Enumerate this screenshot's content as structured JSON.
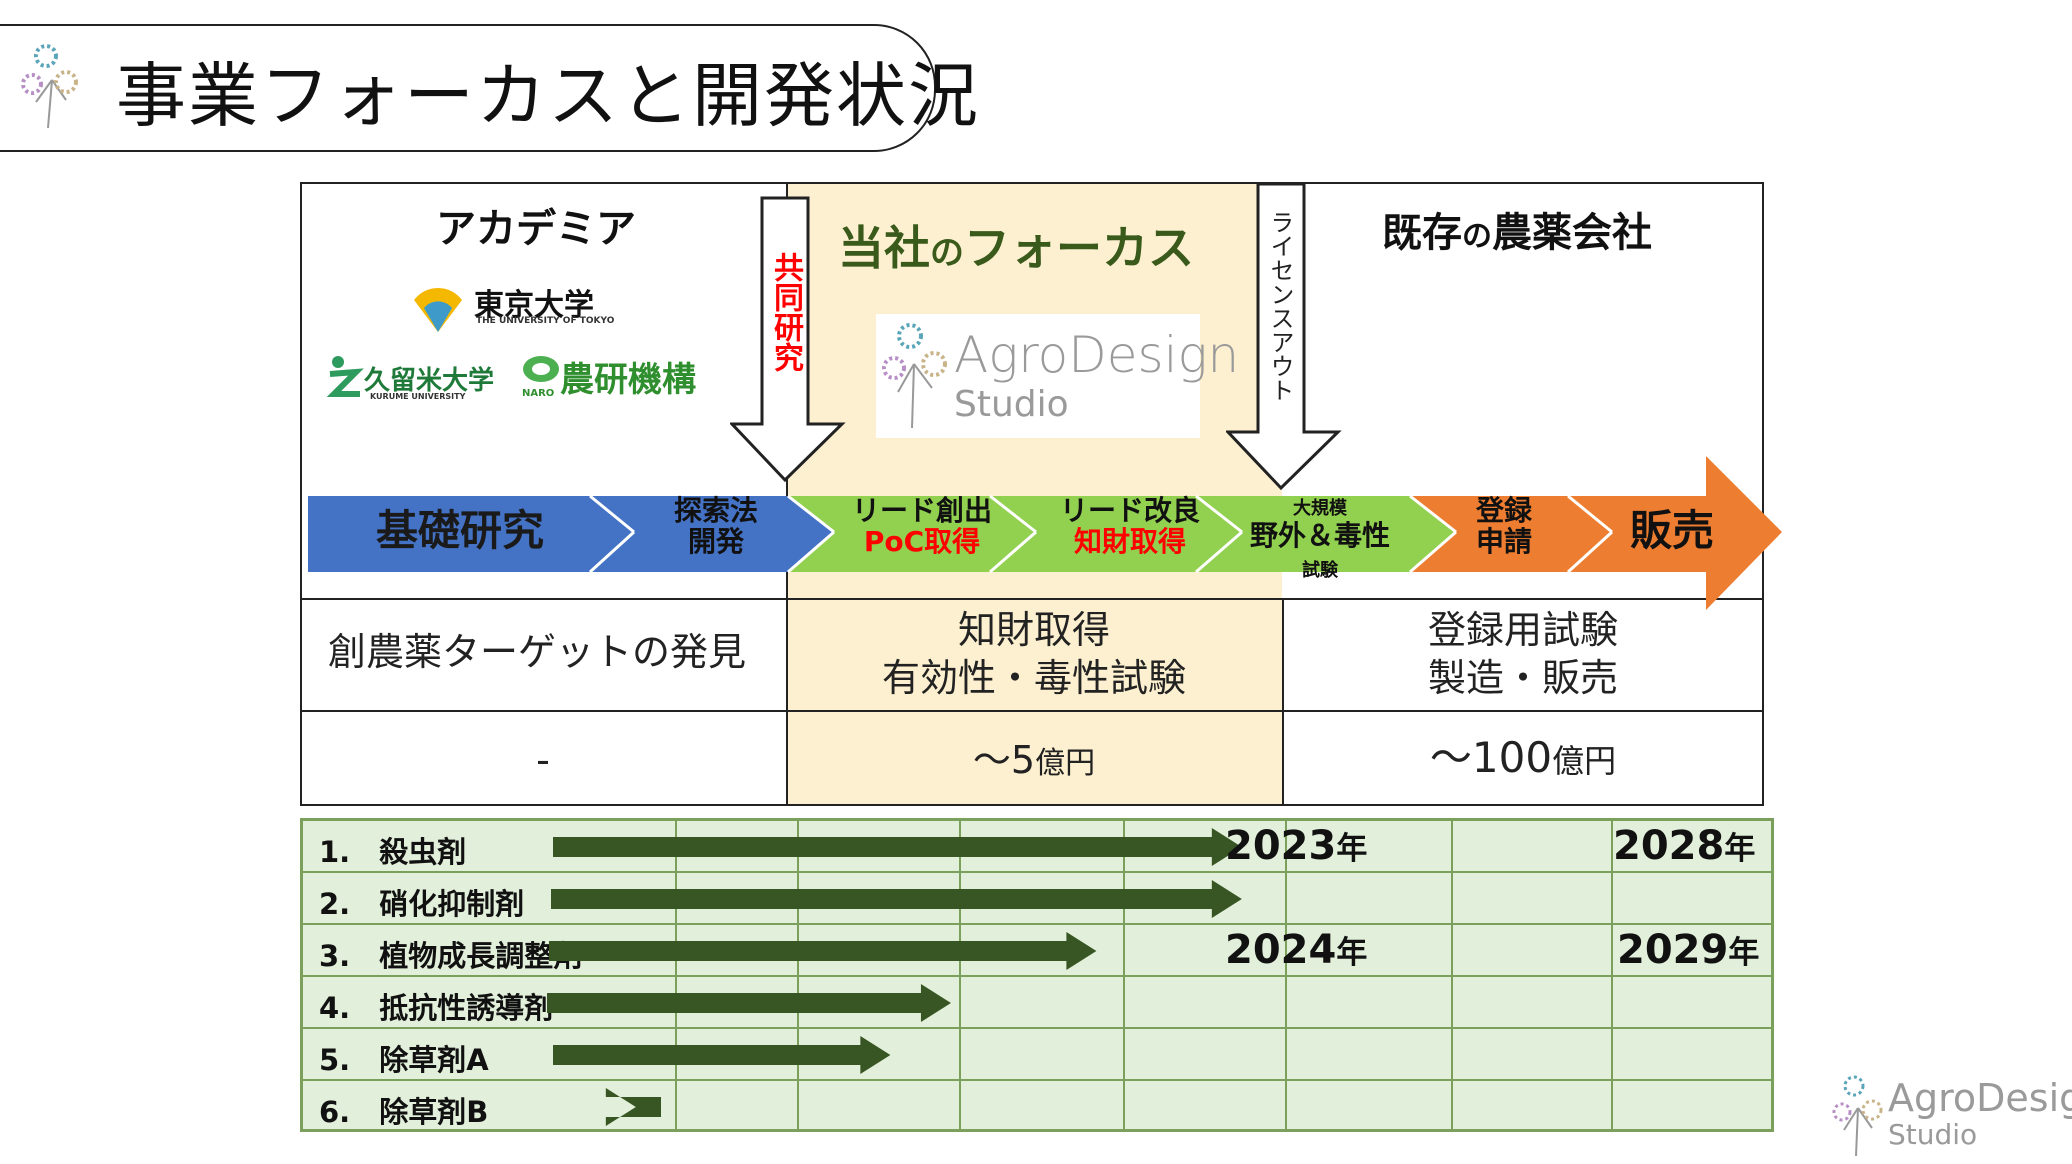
{
  "title": "事業フォーカスと開発状況",
  "columns": {
    "academia": "アカデミア",
    "focus_prefix": "当社",
    "focus_no": "の",
    "focus_suffix": "フォーカス",
    "existing_prefix": "既存",
    "existing_no": "の",
    "existing_suffix": "農薬会社"
  },
  "partners": {
    "utokyo": "東京大学",
    "utokyo_en": "THE UNIVERSITY OF TOKYO",
    "kurume": "久留米大学",
    "kurume_en": "KURUME UNIVERSITY",
    "naro": "農研機構",
    "naro_en": "NARO"
  },
  "logo": {
    "line1": "AgroDesign",
    "line2": "Studio"
  },
  "arrows": {
    "joint": "共同研究",
    "license": "ライセンスアウト"
  },
  "stages": [
    {
      "main": "基礎研究",
      "sub": ""
    },
    {
      "main": "探索法",
      "sub": "開発"
    },
    {
      "main": "リード創出",
      "sub": "PoC取得"
    },
    {
      "main": "リード改良",
      "sub": "知財取得"
    },
    {
      "pre": "大規模",
      "main": "野外＆毒性",
      "post": "試験"
    },
    {
      "main": "登録",
      "sub": "申請"
    },
    {
      "main": "販売",
      "sub": ""
    }
  ],
  "activities": {
    "academia": "創農薬ターゲットの発見",
    "focus_l1": "知財取得",
    "focus_l2": "有効性・毒性試験",
    "existing_l1": "登録用試験",
    "existing_l2": "製造・販売"
  },
  "market": {
    "academia": "-",
    "focus_prefix": "～5",
    "focus_unit": "億円",
    "existing_prefix": "～100",
    "existing_unit": "億円"
  },
  "pipeline": [
    {
      "label": "1.　殺虫剤",
      "progress": 0.57
    },
    {
      "label": "2.　硝化抑制剤",
      "progress": 0.57
    },
    {
      "label": "3.　植物成長調整剤",
      "progress": 0.45
    },
    {
      "label": "4.　抵抗性誘導剤",
      "progress": 0.33
    },
    {
      "label": "5.　除草剤A",
      "progress": 0.28
    },
    {
      "label": "6.　除草剤B",
      "progress": 0.07
    }
  ],
  "years": {
    "r1_a": "2023",
    "r1_b": "2028",
    "r3_a": "2024",
    "r3_b": "2029",
    "unit": "年"
  },
  "colors": {
    "blue": "#4472c4",
    "green": "#92d050",
    "orange": "#ed7d31",
    "focus_bg": "#fdf0d0",
    "pipeline_bg": "#e2efda",
    "pipeline_arrow": "#375623",
    "red_text": "#ff0000"
  }
}
